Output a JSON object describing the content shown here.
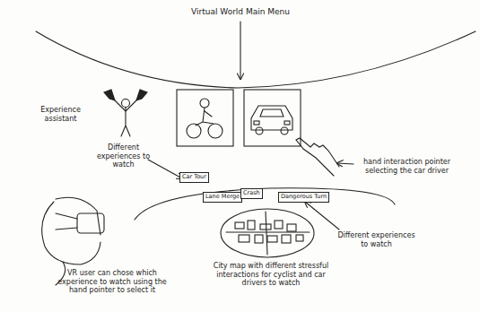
{
  "diagram": {
    "title": "Virtual World Main Menu",
    "nodes": [
      {
        "text": [
          "Car Tour"
        ]
      },
      {
        "text": [
          "Lane Merge"
        ]
      },
      {
        "text": [
          "Crash"
        ]
      },
      {
        "text": [
          "Dangerous Turn"
        ]
      }
    ],
    "labels": [
      "Experience assistant",
      "Different experiences to watch",
      "hand interaction pointer selecting the car driver",
      "Different experiences to watch",
      "VR user can chose which experience to watch using the hand pointer to select it",
      "City map with different stressful interactions for cyclist and car drivers to watch"
    ]
  }
}
